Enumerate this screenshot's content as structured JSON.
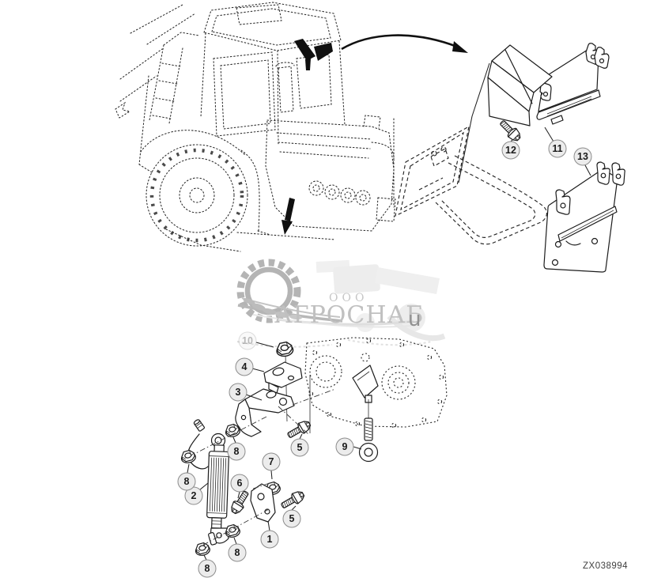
{
  "page": {
    "background": "#ffffff"
  },
  "diagram": {
    "reference_code": "ZX038994",
    "callouts": [
      {
        "label": "1"
      },
      {
        "label": "2"
      },
      {
        "label": "3"
      },
      {
        "label": "4"
      },
      {
        "label": "5"
      },
      {
        "label": "5"
      },
      {
        "label": "6"
      },
      {
        "label": "7"
      },
      {
        "label": "8"
      },
      {
        "label": "8"
      },
      {
        "label": "8"
      },
      {
        "label": "8"
      },
      {
        "label": "9"
      },
      {
        "label": "10"
      },
      {
        "label": "11"
      },
      {
        "label": "12"
      },
      {
        "label": "13"
      }
    ],
    "watermark": {
      "prefix": "ООО",
      "name": "АГРОСНАБ",
      "suffix": "u"
    },
    "colors": {
      "line": "#1c1c1c",
      "callout_fill": "#ececec",
      "callout_stroke": "#8c8c8c",
      "watermark_gray": "#c0c0c0",
      "watermark_dark": "#919191",
      "reference_color": "#3f3f3f"
    },
    "icons": {
      "watermark_logo": "gear-wheat-icon",
      "location_markers": "black-arrow-marker-icon",
      "transfer_arrow": "curved-arrow-icon"
    }
  }
}
